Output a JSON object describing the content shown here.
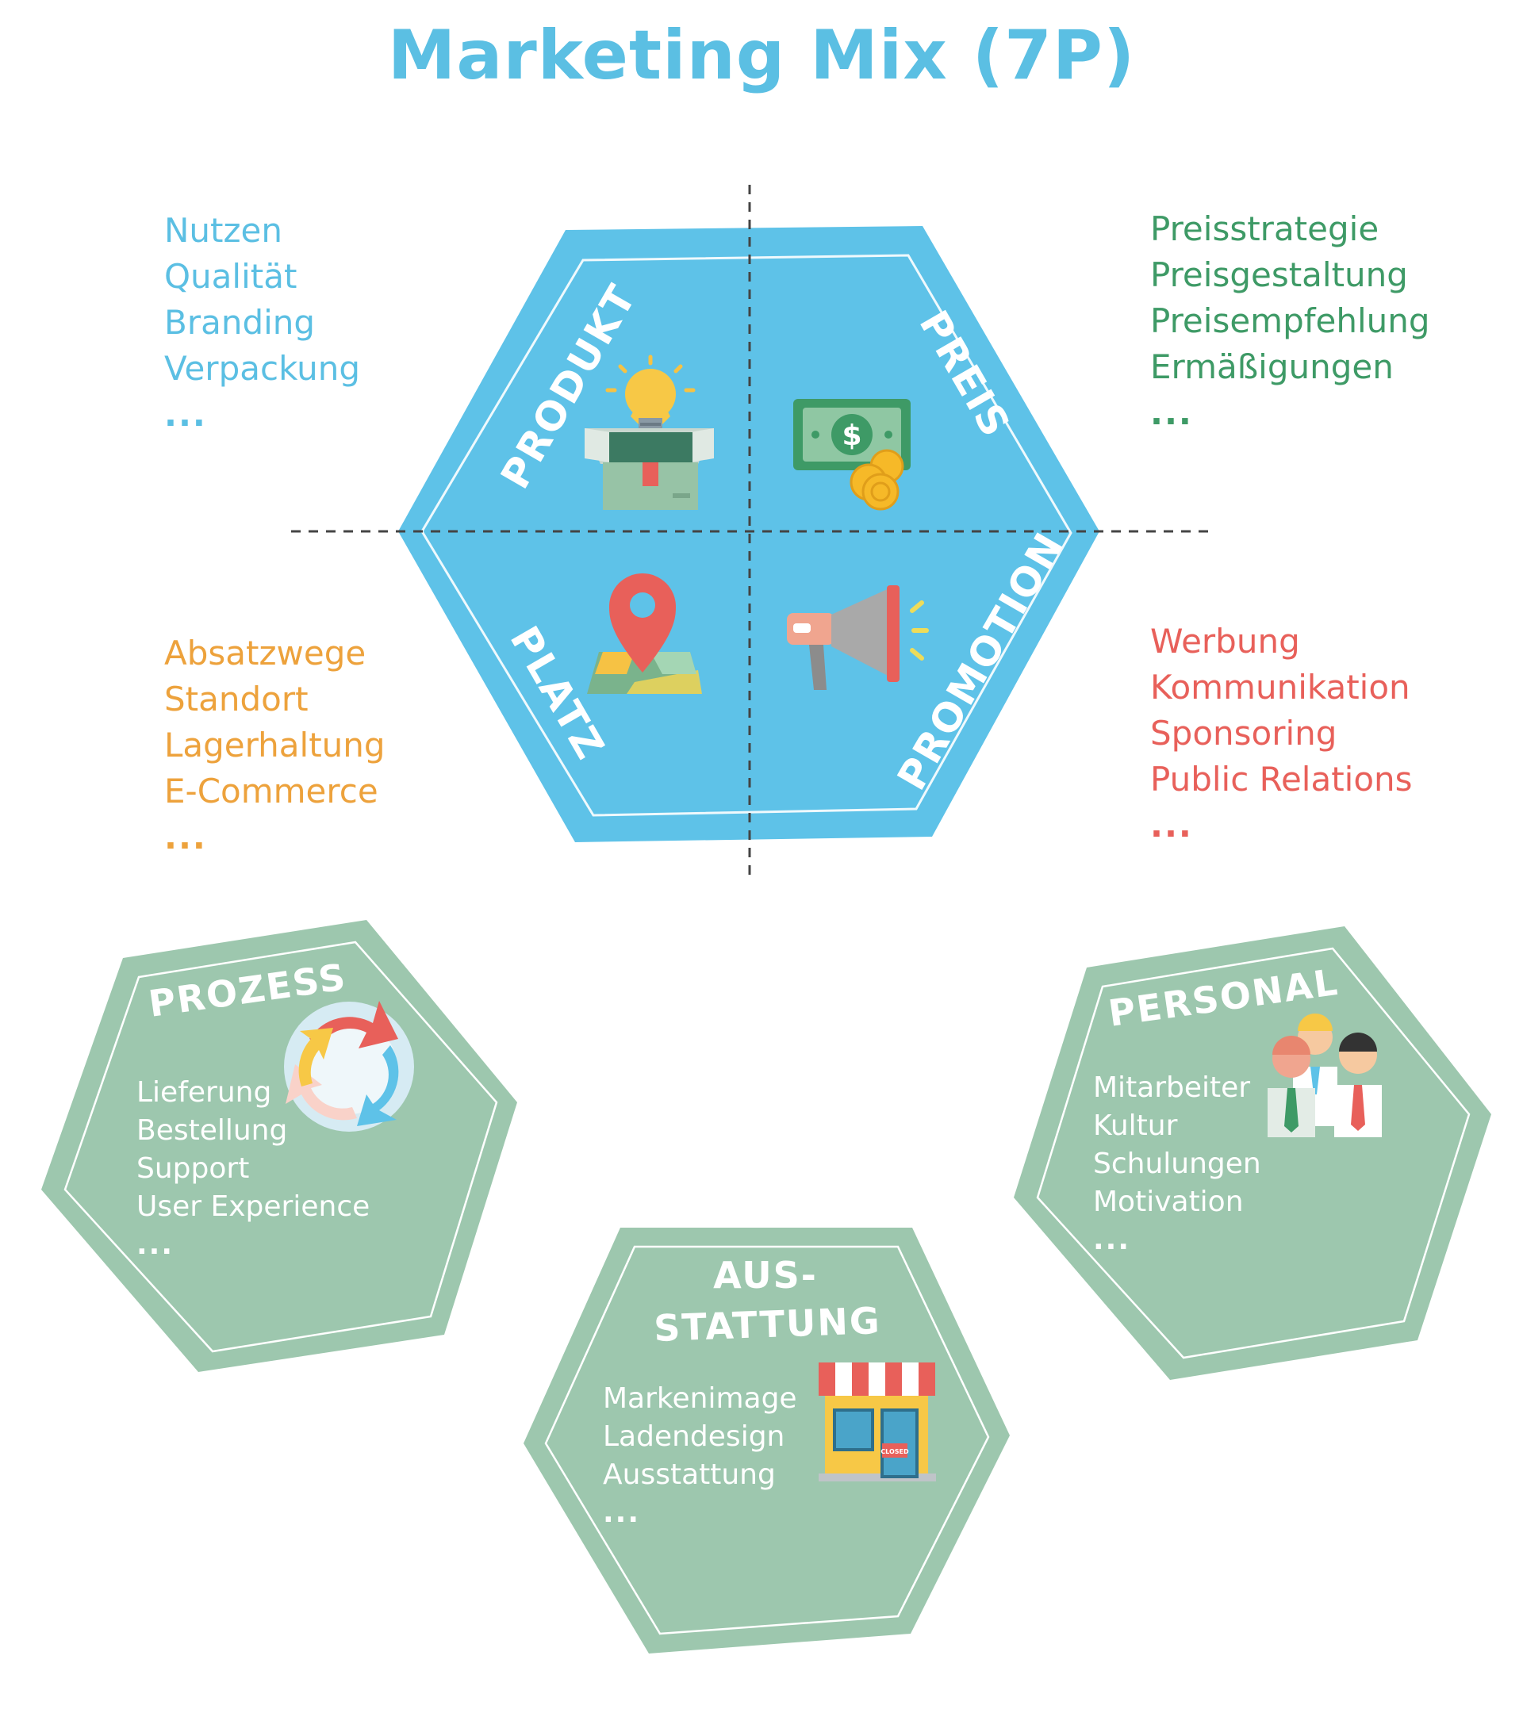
{
  "title": "Marketing Mix (7P)",
  "colors": {
    "title": "#5bbfe3",
    "hexagon_main": "#5ec2e8",
    "hexagon_secondary": "#9dc7ae",
    "produkt_text": "#5bbfe3",
    "preis_text": "#3e9a66",
    "platz_text": "#eda23c",
    "promotion_text": "#e8605a",
    "divider": "#444444"
  },
  "quadrants": {
    "produkt": {
      "label": "PRODUKT",
      "icon": "lightbulb-box-icon",
      "items": [
        "Nutzen",
        "Qualität",
        "Branding",
        "Verpackung",
        "..."
      ]
    },
    "preis": {
      "label": "PREIS",
      "icon": "money-coins-icon",
      "items": [
        "Preisstrategie",
        "Preisgestaltung",
        "Preisempfehlung",
        "Ermäßigungen",
        "..."
      ]
    },
    "platz": {
      "label": "PLATZ",
      "icon": "map-pin-icon",
      "items": [
        "Absatzwege",
        "Standort",
        "Lagerhaltung",
        "E-Commerce",
        "..."
      ]
    },
    "promotion": {
      "label": "PROMOTION",
      "icon": "megaphone-icon",
      "items": [
        "Werbung",
        "Kommunikation",
        "Sponsoring",
        "Public Relations",
        "..."
      ]
    }
  },
  "hexagons": {
    "prozess": {
      "label": "PROZESS",
      "icon": "cycle-arrows-icon",
      "items": [
        "Lieferung",
        "Bestellung",
        "Support",
        "User Experience",
        "..."
      ]
    },
    "ausstattung": {
      "label_line1": "AUS-",
      "label_line2": "STATTUNG",
      "icon": "storefront-icon",
      "store_sign": "CLOSED",
      "items": [
        "Markenimage",
        "Ladendesign",
        "Ausstattung",
        "..."
      ]
    },
    "personal": {
      "label": "PERSONAL",
      "icon": "team-people-icon",
      "items": [
        "Mitarbeiter",
        "Kultur",
        "Schulungen",
        "Motivation",
        "..."
      ]
    }
  }
}
